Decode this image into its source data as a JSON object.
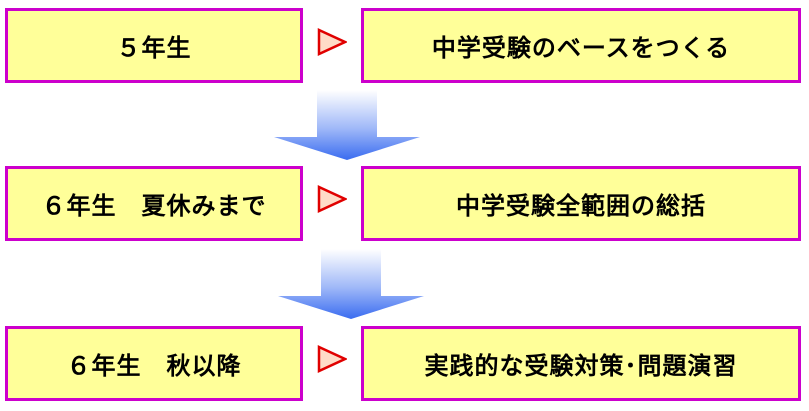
{
  "steps": [
    {
      "stage": "５年生",
      "goal": "中学受験のベースをつくる"
    },
    {
      "stage": "６年生　夏休みまで",
      "goal": "中学受験全範囲の総括"
    },
    {
      "stage": "６年生　秋以降",
      "goal": "実践的な受験対策･問題演習"
    }
  ],
  "colors": {
    "box_fill": "#ffff99",
    "box_border": "#cc00cc",
    "pointer_stroke": "#e00000",
    "pointer_fill": "#ffdcc8",
    "arrow_top": "#ffffff",
    "arrow_bottom": "#3a6cf0"
  },
  "icons": {
    "pointer": "right-triangle-icon",
    "flow": "down-arrow-icon"
  }
}
